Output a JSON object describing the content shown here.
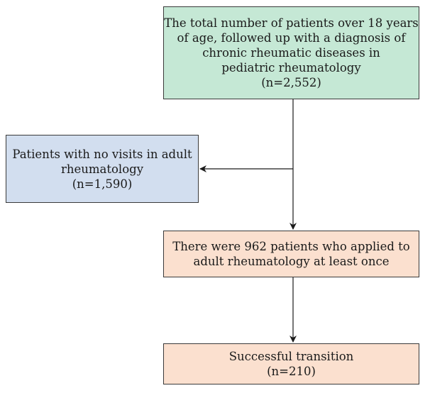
{
  "colors": {
    "green_fill": "#c5e8d5",
    "blue_fill": "#d2deef",
    "peach_fill": "#fbe0cf",
    "stroke": "#1a1a1a"
  },
  "boxes": {
    "total": {
      "lines": [
        "The total number of patients over 18 years",
        "of age, followed up with a diagnosis of",
        "chronic rheumatic diseases in",
        "pediatric rheumatology",
        "(n=2,552)"
      ]
    },
    "no_visits": {
      "lines": [
        "Patients with no visits in adult",
        "rheumatology",
        "(n=1,590)"
      ]
    },
    "applied": {
      "lines": [
        "There were 962 patients who applied to",
        "adult rheumatology at least once"
      ]
    },
    "success": {
      "lines": [
        "Successful transition",
        "(n=210)"
      ]
    }
  }
}
